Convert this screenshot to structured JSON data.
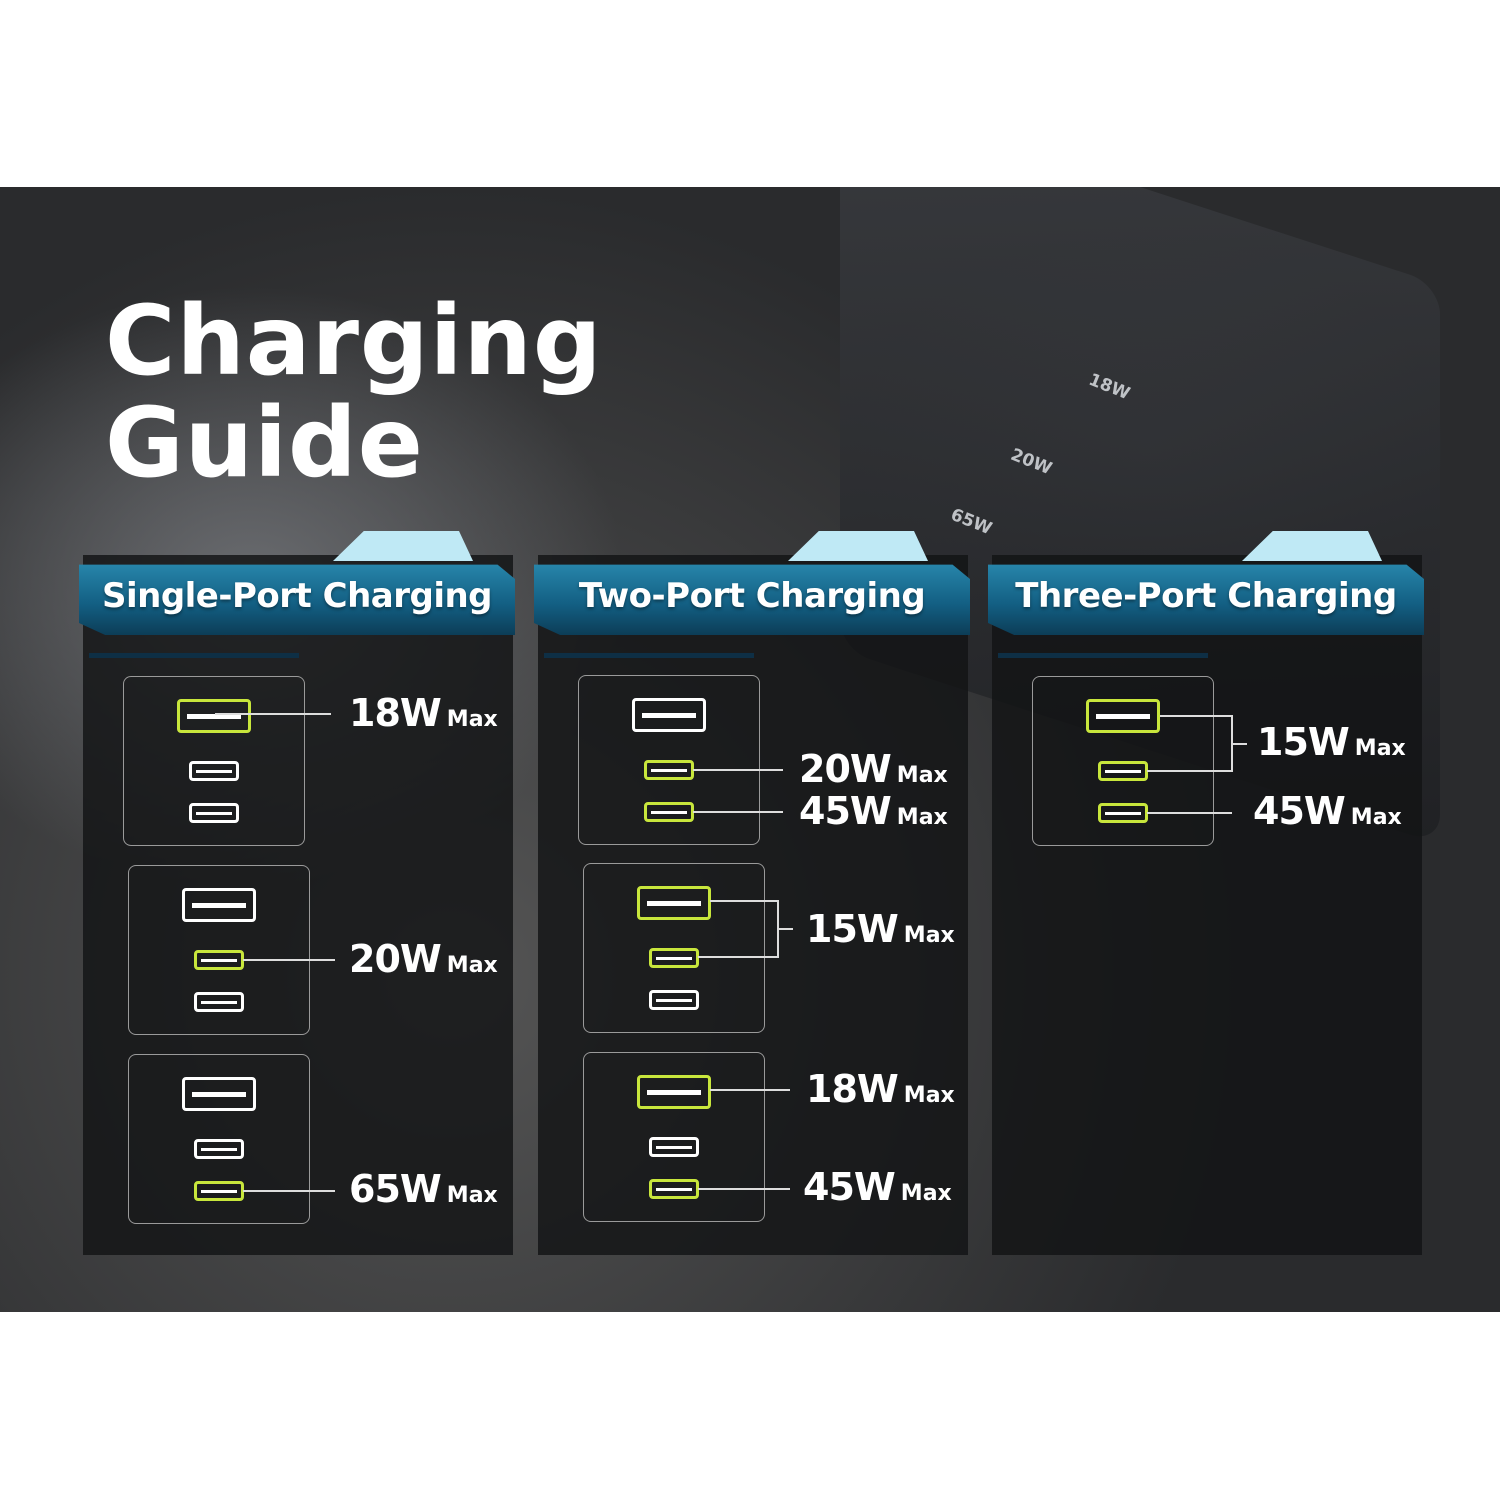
{
  "title_line1": "Charging",
  "title_line2": "Guide",
  "device_port_labels": [
    "18W",
    "20W",
    "65W"
  ],
  "highlight_color": "#c8e63c",
  "header_color": "#1a6f95",
  "max_suffix": "Max",
  "panels": [
    {
      "title": "Single-Port Charging",
      "labels": [
        "18W",
        "20W",
        "65W"
      ]
    },
    {
      "title": "Two-Port Charging",
      "labels": [
        "20W",
        "45W",
        "15W",
        "18W",
        "45W"
      ]
    },
    {
      "title": "Three-Port Charging",
      "labels": [
        "15W",
        "45W"
      ]
    }
  ]
}
